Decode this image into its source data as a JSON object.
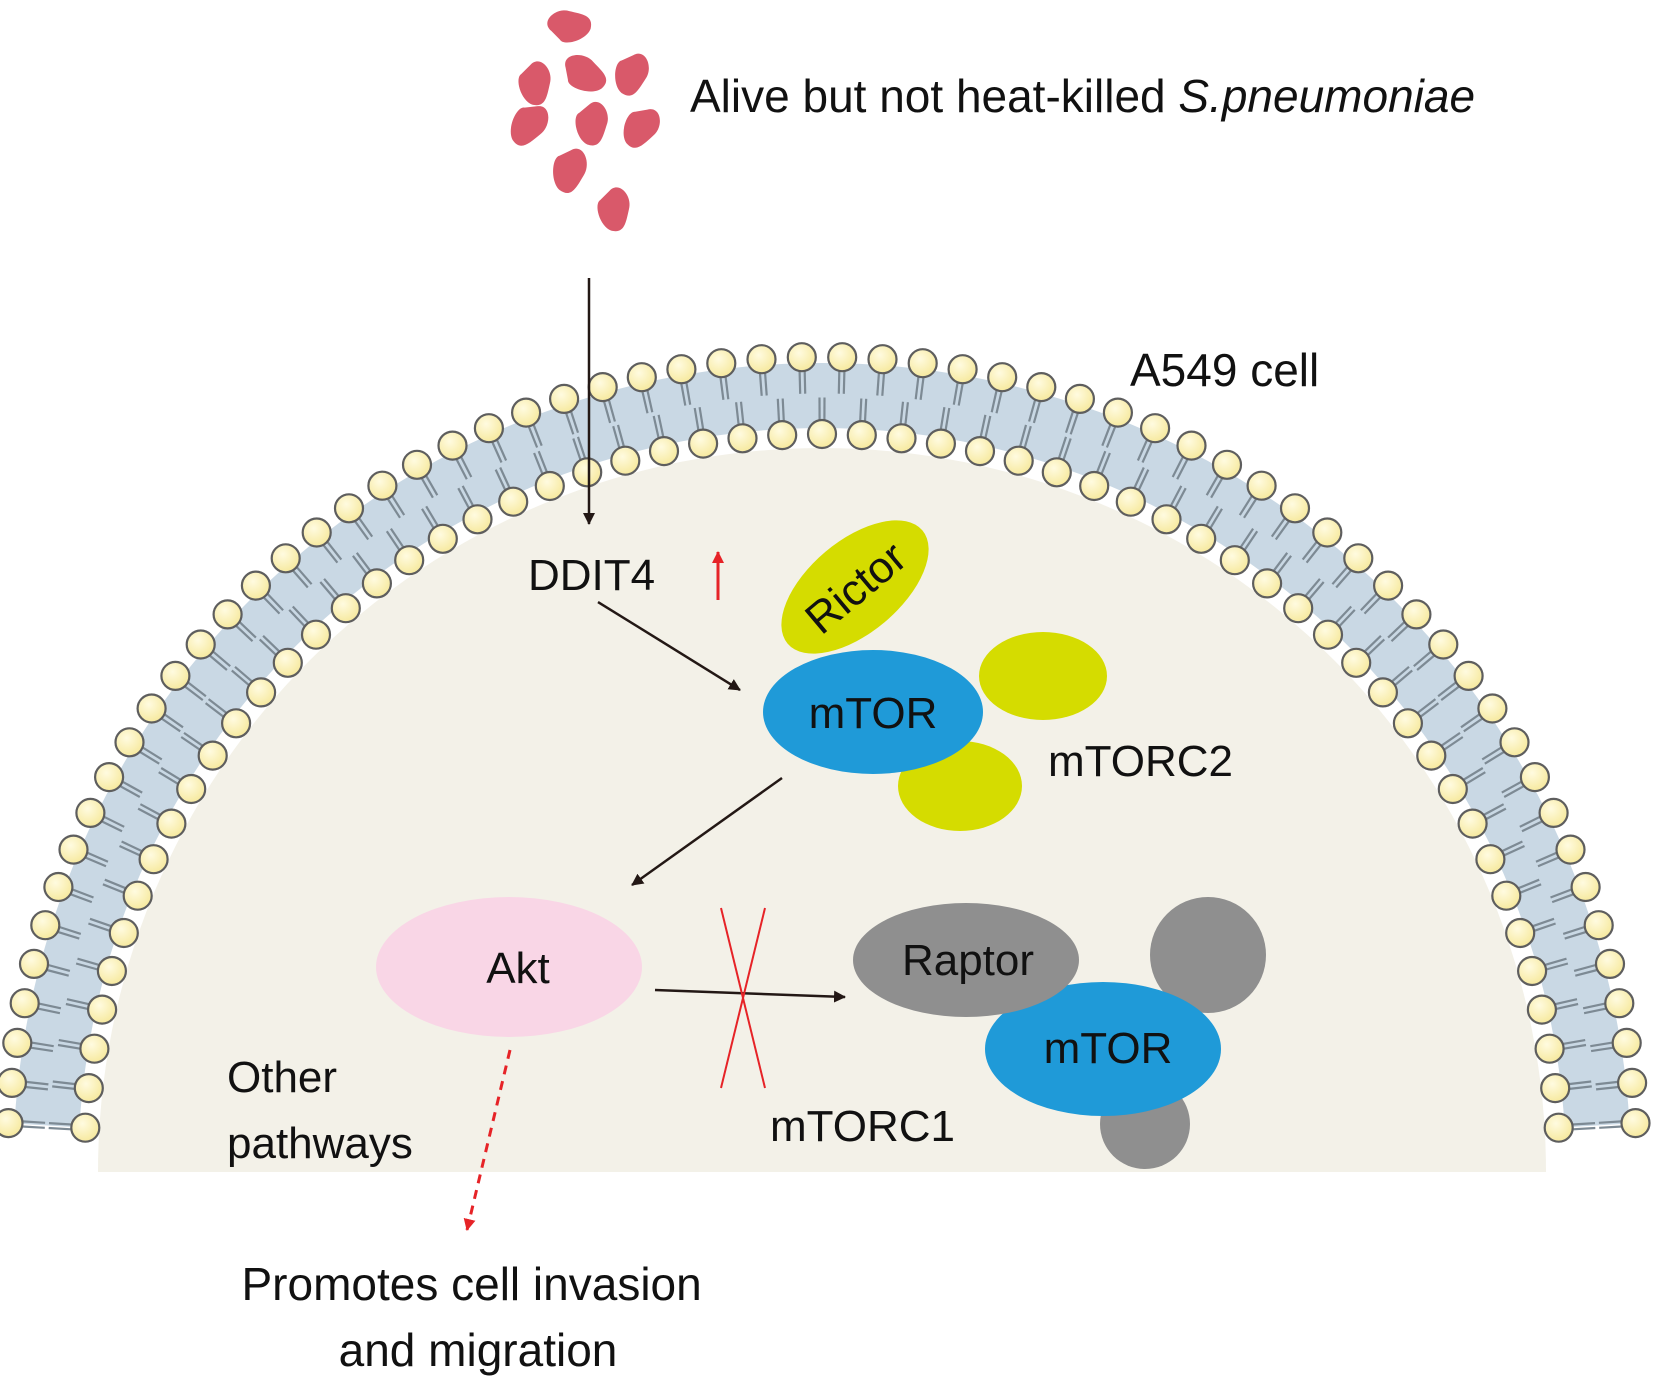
{
  "title": {
    "prefix": "Alive but not heat-killed ",
    "species": "S.pneumoniae"
  },
  "labels": {
    "cell": "A549 cell",
    "ddit4": "DDIT4",
    "rictor": "Rictor",
    "mtor_top": "mTOR",
    "mtorc2": "mTORC2",
    "akt": "Akt",
    "raptor": "Raptor",
    "mtor_bottom": "mTOR",
    "mtorc1": "mTORC1",
    "other_line1": "Other",
    "other_line2": "pathways",
    "outcome_line1": "Promotes cell invasion",
    "outcome_line2": "and migration"
  },
  "colors": {
    "bacteria": "#d9596a",
    "lipid_head": "#fbf3b4",
    "lipid_head_stroke": "#5e5e5e",
    "membrane_band": "#c9d8e4",
    "cytoplasm": "#f3f1e8",
    "mtor": "#1f9ad8",
    "rictor_complex": "#d5dc00",
    "raptor_complex": "#8f8f8f",
    "akt": "#f9d6e6",
    "arrow": "#231815",
    "inhibition": "#e62327",
    "upregulation": "#e62327"
  }
}
